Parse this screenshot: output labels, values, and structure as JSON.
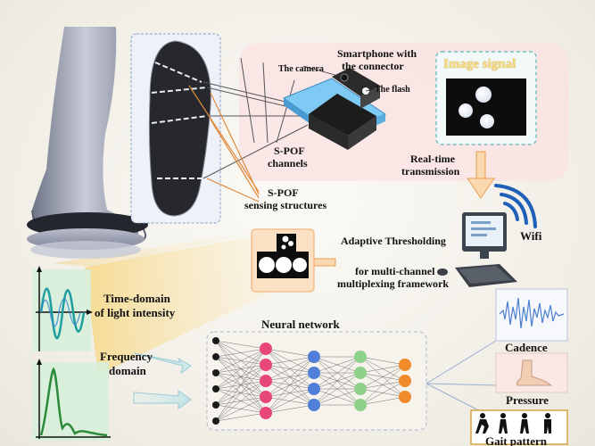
{
  "labels": {
    "camera": "The camera",
    "smartphone_line1": "Smartphone with",
    "smartphone_line2": "the connector",
    "flash": "The flash",
    "image_signal": "Image signal",
    "spof_channels_line1": "S-POF",
    "spof_channels_line2": "channels",
    "realtime_line1": "Real-time",
    "realtime_line2": "transmission",
    "spof_sensing_line1": "S-POF",
    "spof_sensing_line2": "sensing structures",
    "wifi": "Wifi",
    "adaptive_thresholding": "Adaptive Thresholding",
    "multiplexing_line1": "for multi-channel",
    "multiplexing_line2": "multiplexing framework",
    "time_domain_line1": "Time-domain",
    "time_domain_line2": "of light intensity",
    "neural_network": "Neural network",
    "frequency_line1": "Frequency",
    "frequency_line2": "domain",
    "cadence": "Cadence",
    "pressure": "Pressure",
    "gait_pattern": "Gait pattern"
  },
  "colors": {
    "orange_arrow": "#f4a957",
    "node_black": "#1a1a1a",
    "node_pink": "#e8477a",
    "node_blue": "#4f7fd6",
    "node_green": "#8fd08a",
    "node_orange": "#f08a2a",
    "signal_teal": "#1f9ea0",
    "signal_green": "#2d8a3a",
    "phone_blue": "#6bc0f0"
  }
}
